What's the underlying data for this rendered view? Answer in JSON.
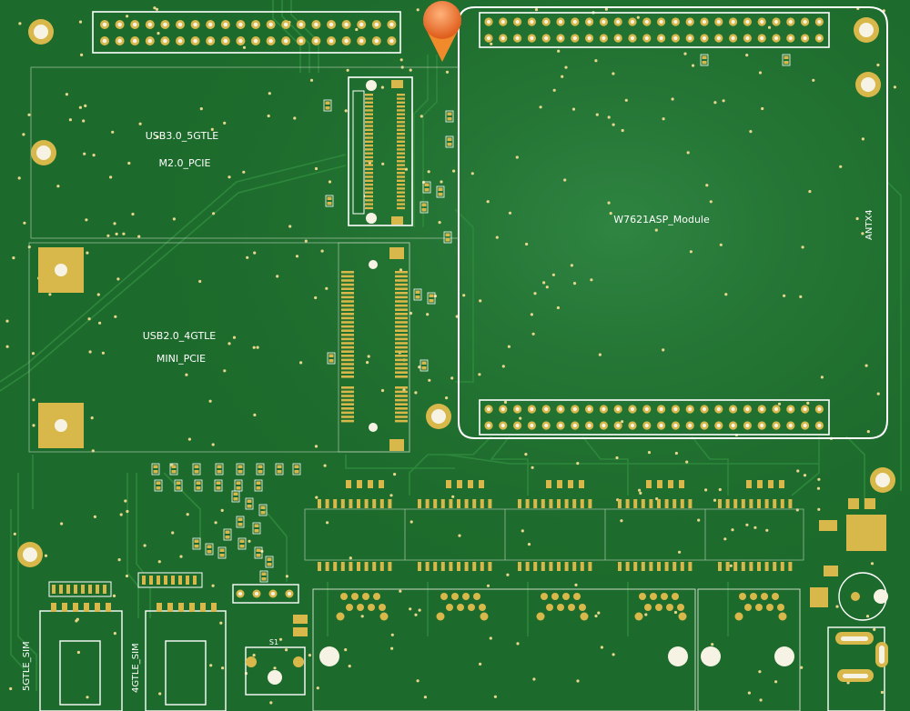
{
  "board": {
    "colors": {
      "substrate": "#1d6b2c",
      "copper": "#d8b84a",
      "silkscreen": "#ffffff",
      "trace": "#2f8a3d",
      "marker": "#e8742a"
    },
    "labels": {
      "usb30": "USB3.0_5GTLE",
      "m2": "M2.0_PCIE",
      "usb20": "USB2.0_4GTLE",
      "minipcie": "MINI_PCIE",
      "module": "W7621ASP_Module",
      "antx4": "ANTX4",
      "sim5g": "5GTLE_SIM",
      "sim4g": "4GTLE_SIM",
      "s1": "S1"
    },
    "marker_icon": "location-pin-icon"
  }
}
